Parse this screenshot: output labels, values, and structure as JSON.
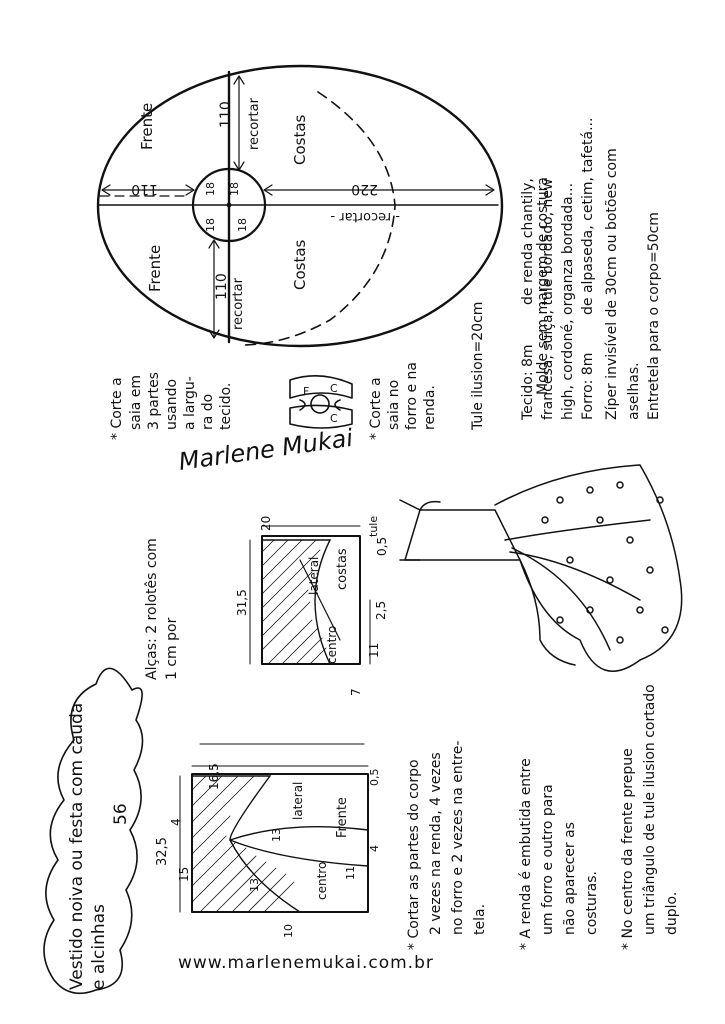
{
  "title": {
    "line1": "Vestido noiva ou festa com cauda",
    "line2": "e alcinhas",
    "number": "56"
  },
  "website": "www.marlenemukai.com.br",
  "signature": "Marlene Mukai",
  "skirt": {
    "note": "Molde sem margem de costura",
    "labels": {
      "frente_top": "Frente",
      "frente_bottom": "Frente",
      "costas_top": "Costas",
      "costas_bottom": "Costas",
      "recortar_top": "recortar",
      "recortar_bottom": "recortar",
      "recortar_right": "- recortar -"
    },
    "measures": {
      "m110_left": "110",
      "m220_right": "220",
      "m110_top": "110",
      "m110_bottom": "110",
      "c18_a": "18",
      "c18_b": "18",
      "c18_c": "18",
      "c18_d": "18"
    },
    "cut_note": [
      "* Corte a",
      "saia em",
      "3 partes",
      "usando",
      "a largu-",
      "ra do",
      "tecido."
    ],
    "mini_labels": {
      "f": "F",
      "c1": "C",
      "c2": "C"
    },
    "lining_note": [
      "* Corte a",
      "saia no",
      "forro e na",
      "renda."
    ]
  },
  "materials": {
    "tule": "Tule ilusion=20cm",
    "tecido": "Tecido: 8m",
    "renda_a": "de renda chantily,",
    "renda_b": "francesa, suíça, tule bordado, new",
    "renda_c": "high, cordoné, organza bordada...",
    "forro": "Forro: 8m",
    "forro_b": "de alpaseda, cetim, tafetá...",
    "ziper": "Zíper invisível de 30cm ou botões com",
    "ziper_b": "aselhas.",
    "entretela": "Entretela para o corpo=50cm"
  },
  "bodice_front": {
    "m325": "32,5",
    "m165": "16,5",
    "m15": "15",
    "m4_top": "4",
    "m13_a": "13",
    "m13_b": "13",
    "m10": "10",
    "m11": "11",
    "m05": "0,5",
    "m4_bottom": "4",
    "centro": "centro",
    "lateral": "lateral",
    "frente": "Frente"
  },
  "bodice_back": {
    "m315": "31,5",
    "m20": "20",
    "m05": "0,5",
    "m25": "2,5",
    "m11": "11",
    "m7": "7",
    "centro": "centro",
    "lateral": "lateral",
    "costas": "costas"
  },
  "straps": [
    "Alças: 2 rolotês com",
    "1 cm por"
  ],
  "cut_parts": [
    "* Cortar as partes do corpo",
    "2 vezes na renda, 4 vezes",
    "no forro e 2 vezes na entre-",
    "tela."
  ],
  "lace_note": [
    "* A renda é embutida entre",
    "um forro e outro para",
    "não aparecer as",
    "costuras."
  ],
  "center_note": [
    "* No centro da frente prepue",
    "um triângulo de tule ilusion cortado",
    "duplo."
  ],
  "dress": {
    "tule_label": "tule"
  }
}
